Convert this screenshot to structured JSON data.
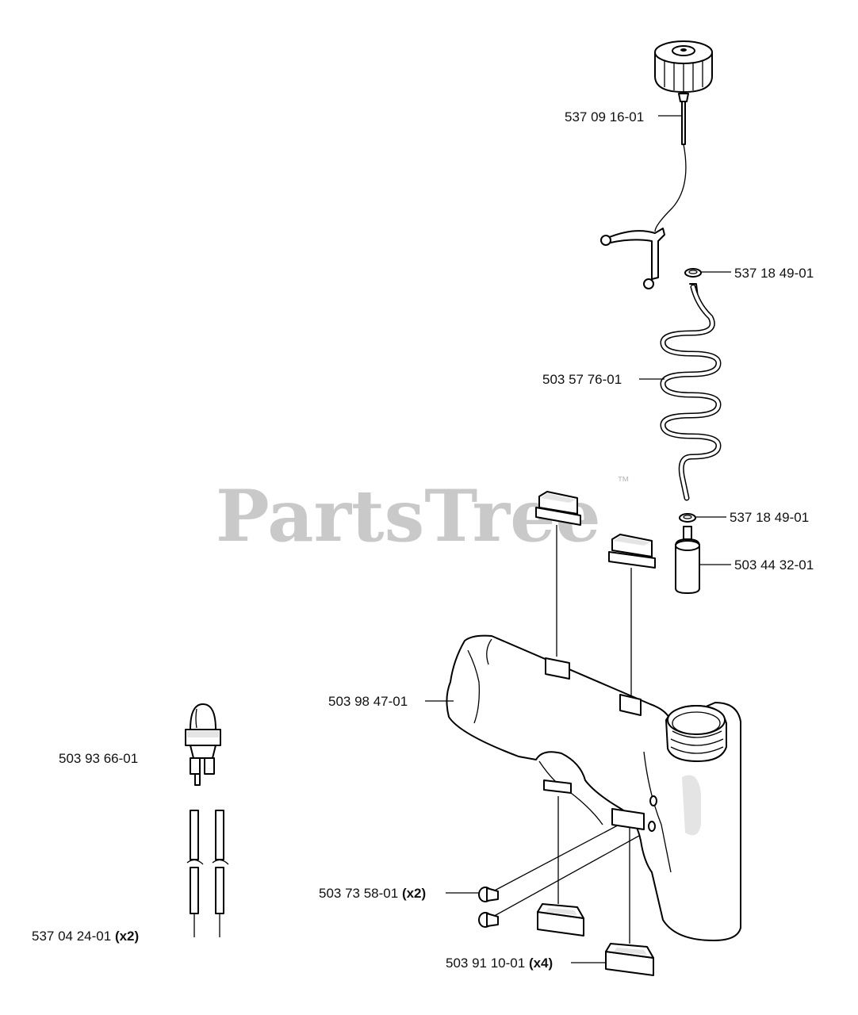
{
  "watermark": {
    "text": "PartsTree",
    "trademark": "™"
  },
  "labels": {
    "fuel_cap": {
      "part": "537 09 16-01",
      "qty": ""
    },
    "gasket_top": {
      "part": "537 18 49-01",
      "qty": ""
    },
    "fuel_hose": {
      "part": "503 57 76-01",
      "qty": ""
    },
    "gasket_bottom": {
      "part": "537 18 49-01",
      "qty": ""
    },
    "fuel_filter": {
      "part": "503 44 32-01",
      "qty": ""
    },
    "fuel_tank": {
      "part": "503 98 47-01",
      "qty": ""
    },
    "primer_bulb": {
      "part": "503 93 66-01",
      "qty": ""
    },
    "grommet": {
      "part": "503 73 58-01",
      "qty": "(x2)"
    },
    "fuel_line": {
      "part": "537 04 24-01",
      "qty": "(x2)"
    },
    "vibration_damper": {
      "part": "503 91 10-01",
      "qty": "(x4)"
    }
  },
  "colors": {
    "line": "#000000",
    "watermark": "#c9c9c9",
    "background": "#ffffff"
  }
}
